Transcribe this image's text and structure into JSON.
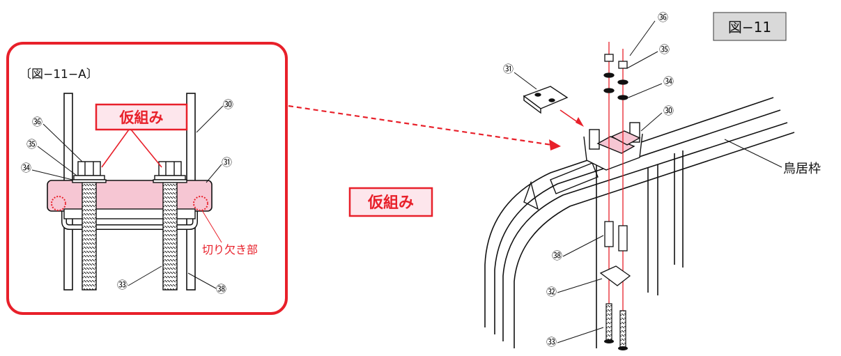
{
  "figure_label": "図−11",
  "inset": {
    "title": "〔図−11−A〕",
    "temp_assembly": "仮組み",
    "notch_label": "切り欠き部",
    "callouts": {
      "n36": "㊱",
      "n35": "㉟",
      "n34": "㉞",
      "n30": "㉚",
      "n31": "㉛",
      "n33": "㉝",
      "n38": "㊳"
    }
  },
  "middle_label": "仮組み",
  "main": {
    "frame_label": "鳥居枠",
    "callouts": {
      "n36": "㊱",
      "n35": "㉟",
      "n34": "㉞",
      "n31": "㉛",
      "n30": "㉚",
      "n38": "㊳",
      "n32": "㉜",
      "n33": "㉝"
    }
  },
  "colors": {
    "accent_red": "#e8202a",
    "pink_fill": "#f6c6d3",
    "label_bg": "#d9d9d9"
  }
}
